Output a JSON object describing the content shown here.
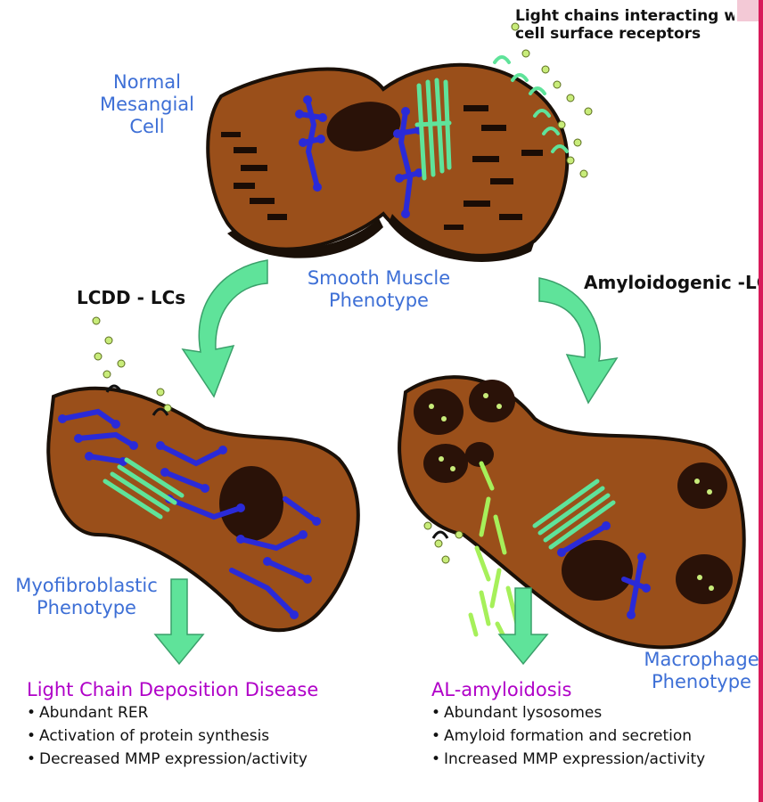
{
  "labels": {
    "normal_cell": "Normal\nMesangial Cell",
    "receptor_note": "Light chains interacting with\ncell surface receptors",
    "smooth_muscle": "Smooth Muscle\nPhenotype",
    "lcdd_lcs": "LCDD - LCs",
    "amyloidogenic_lcs": "Amyloidogenic -LCs",
    "myofibroblastic": "Myofibroblastic\nPhenotype",
    "macrophage": "Macrophage\nPhenotype"
  },
  "lcdd": {
    "title": "Light Chain Deposition Disease",
    "points": [
      "Abundant RER",
      "Activation of protein synthesis",
      "Decreased MMP expression/activity"
    ]
  },
  "al": {
    "title": "AL-amyloidosis",
    "points": [
      "Abundant lysosomes",
      "Amyloid formation and secretion",
      "Increased MMP expression/activity"
    ]
  },
  "colors": {
    "cell_body": "#9a4f1a",
    "cell_outline": "#1a1008",
    "nucleus": "#2a1208",
    "rer": "#2a2ad8",
    "golgi": "#5fe39a",
    "light_chain": "#c8ec7a",
    "amyloid_fibril": "#a6f05a",
    "text_blue": "#3d6fd6",
    "title_purple": "#b000c8"
  }
}
